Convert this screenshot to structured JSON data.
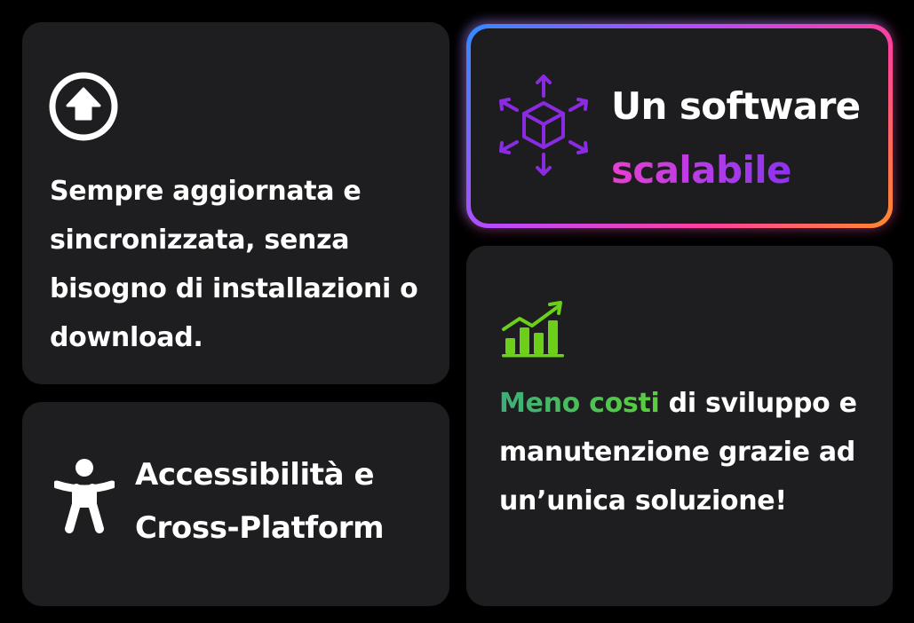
{
  "colors": {
    "background": "#000000",
    "card": "#1e1e20",
    "text": "#ffffff",
    "scalable_accent_from": "#e93fd0",
    "scalable_accent_to": "#8b33f0",
    "icon_cube": "#8a2be2",
    "costs_accent": "#5bd03a",
    "chart_icon": "#6ccf1a"
  },
  "cards": {
    "sync": {
      "icon": "upload-arrow-circle-icon",
      "description": "Sempre aggiornata e sincronizzata, senza bisogno di installazioni o download."
    },
    "access": {
      "icon": "accessibility-person-icon",
      "title_line1": "Accessibilità e",
      "title_line2": "Cross-Platform"
    },
    "scalable": {
      "icon": "cube-expand-arrows-icon",
      "title_plain": "Un software",
      "title_accent": "scalabile"
    },
    "costs": {
      "icon": "growth-chart-icon",
      "description_accent": "Meno costi",
      "description_rest": " di sviluppo e manutenzione grazie ad un’unica soluzione!"
    }
  }
}
